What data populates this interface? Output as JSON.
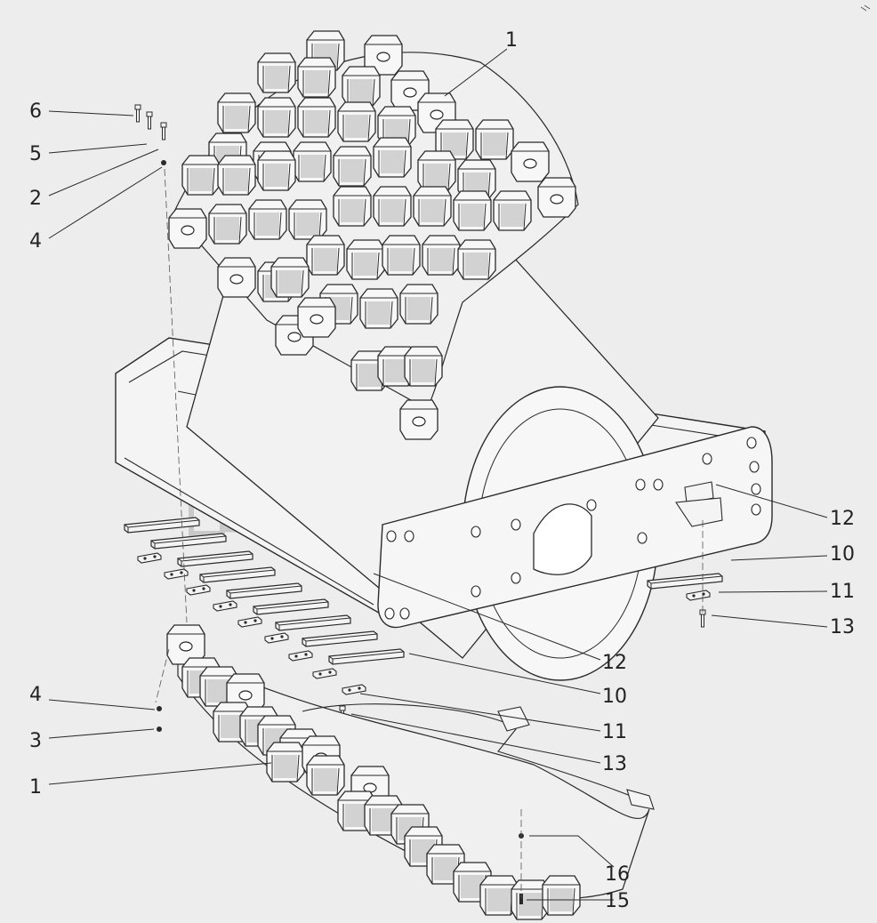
{
  "watermark": {
    "text": "ꟁп",
    "tm": "TM",
    "color": "#c8c8c8"
  },
  "colors": {
    "background": "#ededed",
    "line": "#2a2a2a",
    "fill": "#f6f6f6",
    "shade": "#d4d4d4"
  },
  "callouts": [
    {
      "id": "c1-top",
      "label": "1"
    },
    {
      "id": "c6",
      "label": "6"
    },
    {
      "id": "c5",
      "label": "5"
    },
    {
      "id": "c2",
      "label": "2"
    },
    {
      "id": "c4-top",
      "label": "4"
    },
    {
      "id": "c12-right",
      "label": "12"
    },
    {
      "id": "c10-right",
      "label": "10"
    },
    {
      "id": "c11-right",
      "label": "11"
    },
    {
      "id": "c13-right",
      "label": "13"
    },
    {
      "id": "c12-mid",
      "label": "12"
    },
    {
      "id": "c10-mid",
      "label": "10"
    },
    {
      "id": "c11-mid",
      "label": "11"
    },
    {
      "id": "c13-mid",
      "label": "13"
    },
    {
      "id": "c4-bottom",
      "label": "4"
    },
    {
      "id": "c3",
      "label": "3"
    },
    {
      "id": "c1-bottom",
      "label": "1"
    },
    {
      "id": "c16",
      "label": "16"
    },
    {
      "id": "c15",
      "label": "15"
    }
  ]
}
